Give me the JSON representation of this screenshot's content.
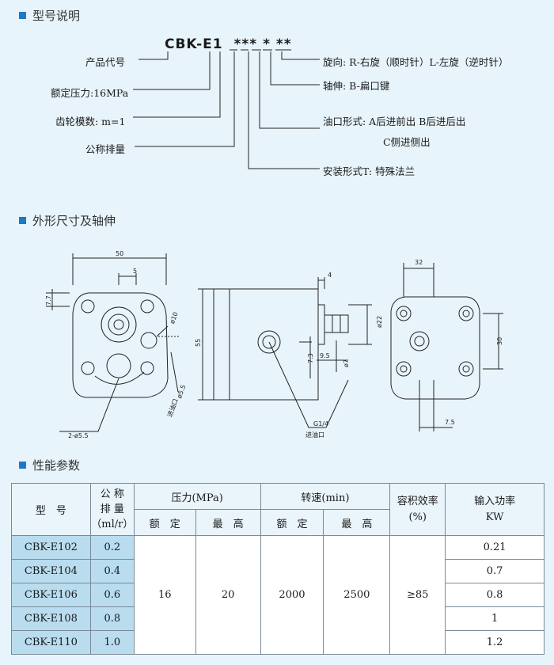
{
  "sections": {
    "model": "型号说明",
    "dims": "外形尺寸及轴伸",
    "perf": "性能参数"
  },
  "model_code": {
    "code": "CBK-E1",
    "stars": "*** * **"
  },
  "left_labels": [
    "产品代号",
    "额定压力:16MPa",
    "齿轮模数: m=1",
    "公称排量"
  ],
  "right_labels": [
    "旋向: R-右旋（顺时针）L-左旋（逆时针）",
    "轴伸: B-扁口键",
    "油口形式:  A后进前出  B后进后出",
    "C侧进侧出",
    "安装形式T: 特殊法兰"
  ],
  "drawing": {
    "front": {
      "w50": "50",
      "w5": "5",
      "h7_7": "7.7",
      "d10": "ø10",
      "d5_5": "ø5.5",
      "inlet": "进油口",
      "holes": "2-ø5.5"
    },
    "side": {
      "h55": "55",
      "w4": "4",
      "d22": "ø22",
      "d7": "ø7",
      "w9_5": "9.5",
      "h7_3": "7.3",
      "port": "G1/4",
      "inlet": "进油口"
    },
    "rear": {
      "w32": "32",
      "h30": "30",
      "w7_5": "7.5"
    }
  },
  "table": {
    "h_model": "型　号",
    "h_disp": [
      "公 称",
      "排 量",
      "（ml/r）"
    ],
    "h_pressure": "压力(MPa)",
    "h_speed": "转速(min)",
    "h_eff": [
      "容积效率",
      "(%)"
    ],
    "h_power": [
      "输入功率",
      "KW"
    ],
    "h_rated": "额　定",
    "h_max": "最　高",
    "rows": [
      {
        "model": "CBK-E102",
        "disp": "0.2",
        "power": "0.21"
      },
      {
        "model": "CBK-E104",
        "disp": "0.4",
        "power": "0.7"
      },
      {
        "model": "CBK-E106",
        "disp": "0.6",
        "power": "0.8"
      },
      {
        "model": "CBK-E108",
        "disp": "0.8",
        "power": "1"
      },
      {
        "model": "CBK-E110",
        "disp": "1.0",
        "power": "1.2"
      }
    ],
    "pressure_rated": "16",
    "pressure_max": "20",
    "speed_rated": "2000",
    "speed_max": "2500",
    "efficiency": "≥85"
  }
}
